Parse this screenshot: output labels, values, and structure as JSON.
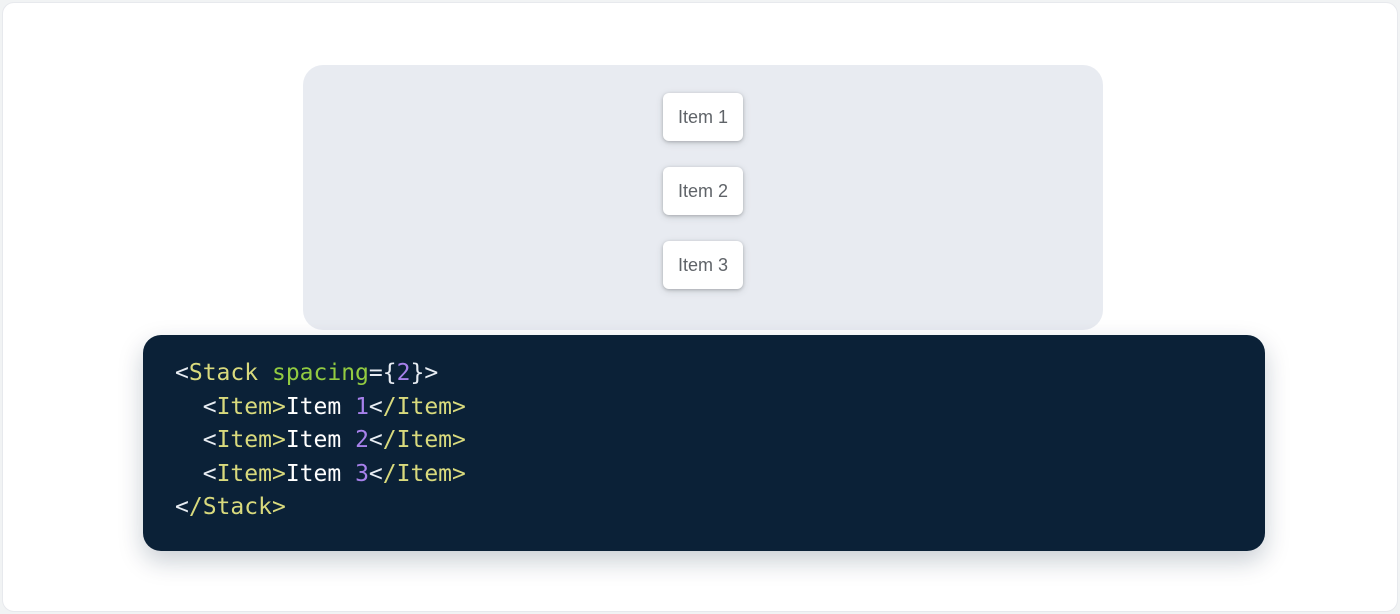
{
  "theme": {
    "page_bg": "#ffffff",
    "page_border": "#e7e9ed",
    "panel_bg": "#e8ebf1",
    "item_bg": "#ffffff",
    "item_text": "#5f6368",
    "code_bg": "#0b2137",
    "code_colors": {
      "punct": "#e8edf3",
      "tag": "#d9da7d",
      "attr": "#92cb41",
      "num": "#a781eb",
      "plain": "#ffffff"
    }
  },
  "preview": {
    "items": [
      {
        "label": "Item 1"
      },
      {
        "label": "Item 2"
      },
      {
        "label": "Item 3"
      }
    ]
  },
  "code": {
    "lines": [
      {
        "tokens": [
          {
            "t": "<",
            "c": "punct"
          },
          {
            "t": "Stack",
            "c": "tag"
          },
          {
            "t": " ",
            "c": "plain"
          },
          {
            "t": "spacing",
            "c": "attr"
          },
          {
            "t": "=",
            "c": "punct"
          },
          {
            "t": "{",
            "c": "punct"
          },
          {
            "t": "2",
            "c": "num"
          },
          {
            "t": "}",
            "c": "punct"
          },
          {
            "t": ">",
            "c": "punct"
          }
        ]
      },
      {
        "tokens": [
          {
            "t": "  ",
            "c": "plain"
          },
          {
            "t": "<",
            "c": "punct"
          },
          {
            "t": "Item",
            "c": "tag"
          },
          {
            "t": ">",
            "c": "tag"
          },
          {
            "t": "Item ",
            "c": "plain"
          },
          {
            "t": "1",
            "c": "num"
          },
          {
            "t": "<",
            "c": "punct"
          },
          {
            "t": "/Item",
            "c": "tag"
          },
          {
            "t": ">",
            "c": "tag"
          }
        ]
      },
      {
        "tokens": [
          {
            "t": "  ",
            "c": "plain"
          },
          {
            "t": "<",
            "c": "punct"
          },
          {
            "t": "Item",
            "c": "tag"
          },
          {
            "t": ">",
            "c": "tag"
          },
          {
            "t": "Item ",
            "c": "plain"
          },
          {
            "t": "2",
            "c": "num"
          },
          {
            "t": "<",
            "c": "punct"
          },
          {
            "t": "/Item",
            "c": "tag"
          },
          {
            "t": ">",
            "c": "tag"
          }
        ]
      },
      {
        "tokens": [
          {
            "t": "  ",
            "c": "plain"
          },
          {
            "t": "<",
            "c": "punct"
          },
          {
            "t": "Item",
            "c": "tag"
          },
          {
            "t": ">",
            "c": "tag"
          },
          {
            "t": "Item ",
            "c": "plain"
          },
          {
            "t": "3",
            "c": "num"
          },
          {
            "t": "<",
            "c": "punct"
          },
          {
            "t": "/Item",
            "c": "tag"
          },
          {
            "t": ">",
            "c": "tag"
          }
        ]
      },
      {
        "tokens": [
          {
            "t": "<",
            "c": "punct"
          },
          {
            "t": "/Stack",
            "c": "tag"
          },
          {
            "t": ">",
            "c": "tag"
          }
        ]
      }
    ]
  }
}
